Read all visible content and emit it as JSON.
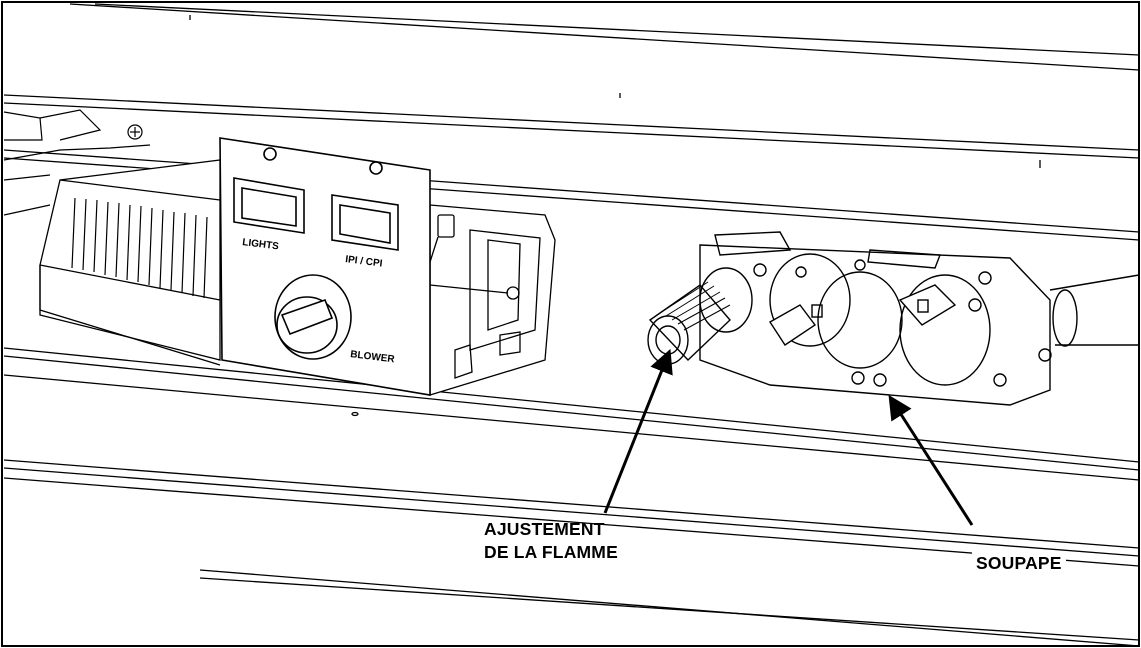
{
  "panel": {
    "lights_label": "LIGHTS",
    "ipi_cpi_label": "IPI / CPI",
    "blower_label": "BLOWER"
  },
  "callouts": {
    "flame_adjust_line1": "AJUSTEMENT",
    "flame_adjust_line2": "DE LA FLAMME",
    "valve": "SOUPAPE"
  }
}
